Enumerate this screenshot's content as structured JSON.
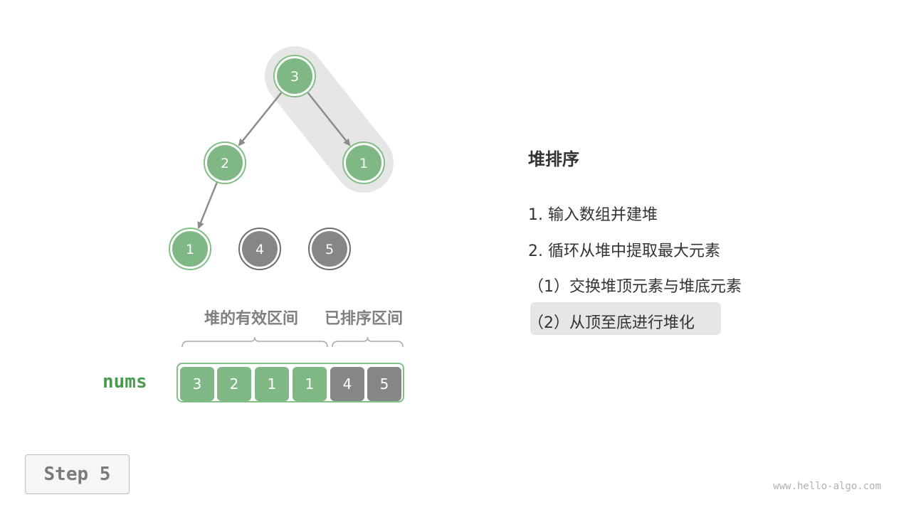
{
  "tree": {
    "nodes": [
      {
        "id": "n0",
        "value": "3",
        "state": "heap"
      },
      {
        "id": "n1",
        "value": "2",
        "state": "heap"
      },
      {
        "id": "n2",
        "value": "1",
        "state": "heap"
      },
      {
        "id": "n3",
        "value": "1",
        "state": "heap"
      },
      {
        "id": "n4",
        "value": "4",
        "state": "sorted"
      },
      {
        "id": "n5",
        "value": "5",
        "state": "sorted"
      }
    ],
    "edges": [
      [
        "n0",
        "n1"
      ],
      [
        "n0",
        "n2"
      ],
      [
        "n1",
        "n3"
      ]
    ],
    "highlight_path": [
      "n0",
      "n2"
    ]
  },
  "labels": {
    "heap_region": "堆的有效区间",
    "sorted_region": "已排序区间",
    "nums": "nums"
  },
  "array": {
    "cells": [
      {
        "value": "3",
        "state": "heap"
      },
      {
        "value": "2",
        "state": "heap"
      },
      {
        "value": "1",
        "state": "heap"
      },
      {
        "value": "1",
        "state": "heap"
      },
      {
        "value": "4",
        "state": "sorted"
      },
      {
        "value": "5",
        "state": "sorted"
      }
    ]
  },
  "panel": {
    "title": "堆排序",
    "steps": [
      "1. 输入数组并建堆",
      "2. 循环从堆中提取最大元素",
      "（1）交换堆顶元素与堆底元素",
      "（2）从顶至底进行堆化"
    ],
    "active_step": 3
  },
  "step_label": "Step 5",
  "watermark": "www.hello-algo.com",
  "colors": {
    "heap_fill": "#7fb885",
    "heap_ring": "#82bf84",
    "sorted_fill": "#868686",
    "nums_label": "#4c9a52",
    "highlight_band": "#e6e6e6"
  }
}
